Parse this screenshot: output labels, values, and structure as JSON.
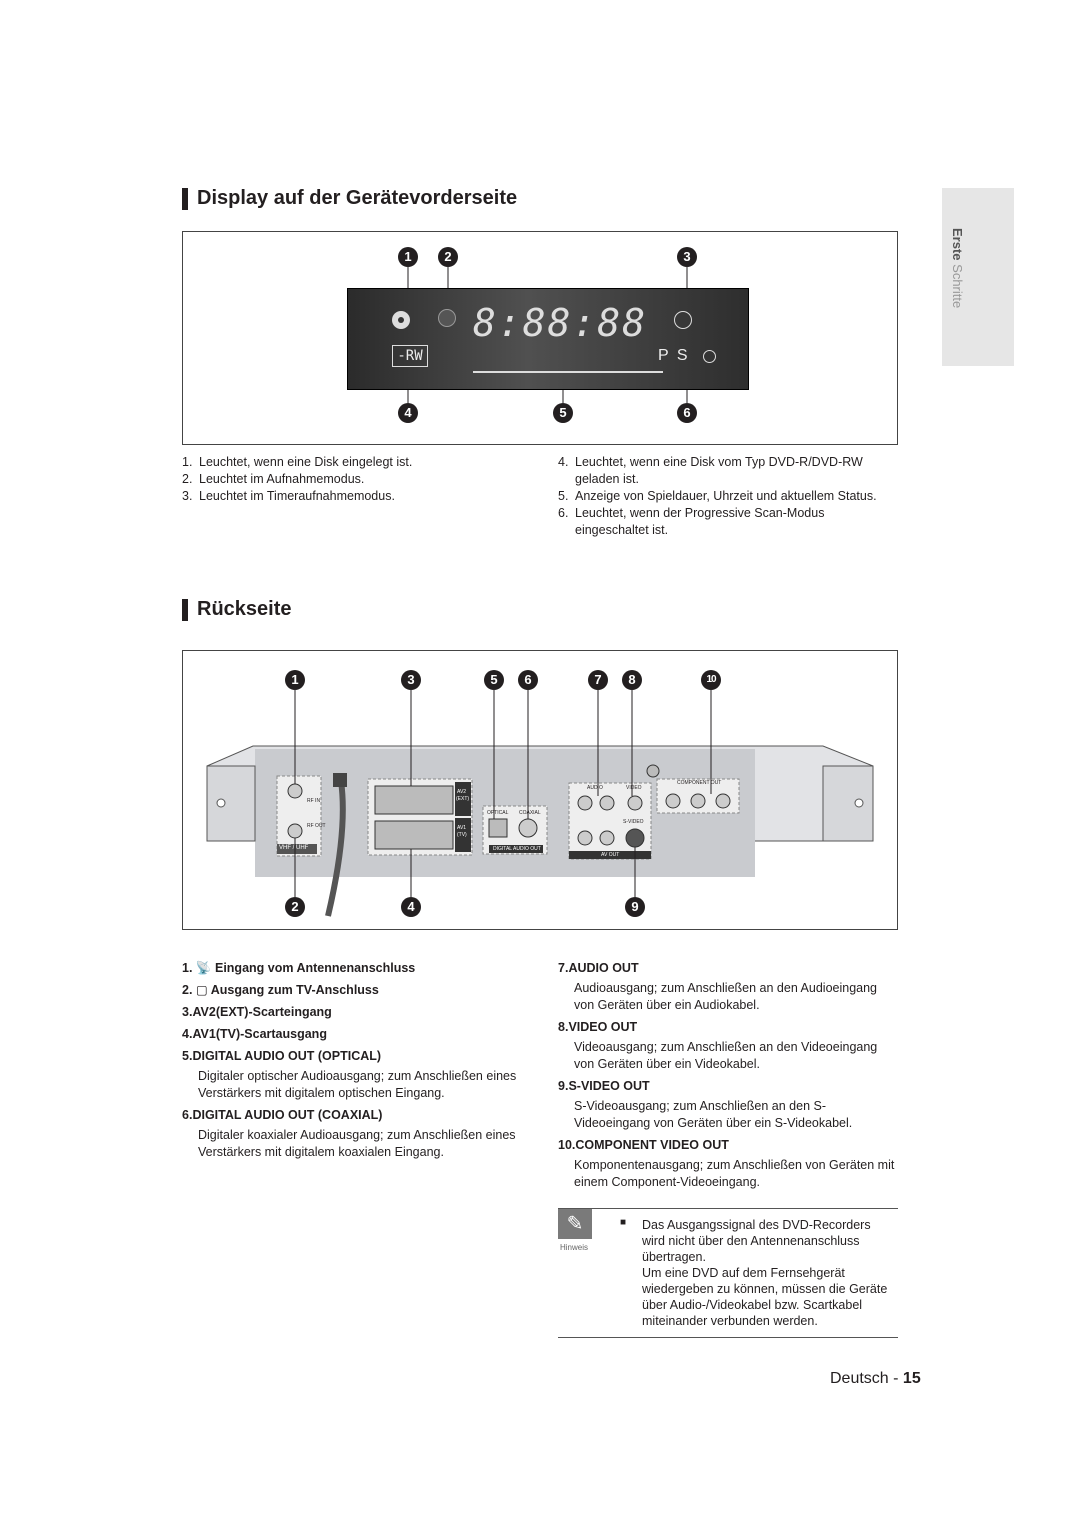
{
  "side_tab": {
    "bold": "Erste",
    "rest": " Schritte"
  },
  "front": {
    "title": "Display auf der Gerätevorderseite",
    "callouts": [
      "1",
      "2",
      "3",
      "4",
      "5",
      "6"
    ],
    "display": {
      "badge": "-RW",
      "digits_top": "8:88:88",
      "pscan": "P S"
    },
    "items_left": [
      {
        "n": "1.",
        "text": "Leuchtet, wenn eine Disk eingelegt ist."
      },
      {
        "n": "2.",
        "text": "Leuchtet im Aufnahmemodus."
      },
      {
        "n": "3.",
        "text": "Leuchtet im Timeraufnahmemodus."
      }
    ],
    "items_right": [
      {
        "n": "4.",
        "text": "Leuchtet, wenn eine Disk vom Typ DVD-R/DVD-RW geladen ist."
      },
      {
        "n": "5.",
        "text": "Anzeige von Spieldauer, Uhrzeit und aktuellem Status."
      },
      {
        "n": "6.",
        "text": "Leuchtet, wenn der Progressive Scan-Modus eingeschaltet ist."
      }
    ]
  },
  "rear": {
    "title": "Rückseite",
    "callouts_top": [
      "1",
      "3",
      "5",
      "6",
      "7",
      "8",
      "10"
    ],
    "callouts_bottom": [
      "2",
      "4",
      "9"
    ],
    "panel_labels": {
      "vhf_uhf": "VHF / UHF",
      "rf_in": "RF IN",
      "rf_out": "RF OUT",
      "av2": "AV2",
      "av2_sub": "(EXT)",
      "av1": "AV1",
      "av1_sub": "(TV)",
      "optical": "OPTICAL",
      "coaxial": "COAXIAL",
      "digital_audio_out": "DIGITAL AUDIO OUT",
      "audio": "AUDIO",
      "video": "VIDEO",
      "s_video": "S-VIDEO",
      "av_out": "AV OUT",
      "component_out": "COMPONENT OUT"
    },
    "left_items": [
      {
        "n": "1.",
        "h": "Eingang vom Antennenanschluss",
        "b": ""
      },
      {
        "n": "2.",
        "h": "Ausgang zum TV-Anschluss",
        "b": ""
      },
      {
        "n": "3.",
        "h": "AV2(EXT)-Scarteingang",
        "b": ""
      },
      {
        "n": "4.",
        "h": "AV1(TV)-Scartausgang",
        "b": ""
      },
      {
        "n": "5.",
        "h": "DIGITAL AUDIO OUT (OPTICAL)",
        "b": "Digitaler optischer Audioausgang; zum Anschließen eines Verstärkers mit digitalem optischen Eingang."
      },
      {
        "n": "6.",
        "h": "DIGITAL AUDIO OUT (COAXIAL)",
        "b": "Digitaler koaxialer Audioausgang; zum Anschließen eines Verstärkers mit digitalem koaxialen Eingang."
      }
    ],
    "right_items": [
      {
        "n": "7.",
        "h": "AUDIO OUT",
        "b": "Audioausgang; zum Anschließen an den Audioeingang von Geräten über ein Audiokabel."
      },
      {
        "n": "8.",
        "h": "VIDEO OUT",
        "b": "Videoausgang; zum Anschließen an den Videoeingang von Geräten über ein Videokabel."
      },
      {
        "n": "9.",
        "h": "S-VIDEO OUT",
        "b": "S-Videoausgang; zum Anschließen an den S-Videoeingang von Geräten über ein S-Videokabel."
      },
      {
        "n": "10.",
        "h": "COMPONENT VIDEO OUT",
        "b": "Komponentenausgang; zum Anschließen von Geräten mit einem Component-Videoeingang."
      }
    ]
  },
  "note": {
    "label": "Hinweis",
    "text1": "Das Ausgangssignal des DVD-Recorders wird nicht über den Antennenanschluss übertragen.",
    "text2": "Um eine DVD auf dem Fernsehgerät wiedergeben zu können, müssen die Geräte über Audio-/Videokabel bzw. Scartkabel miteinander verbunden werden."
  },
  "footer": {
    "lang": "Deutsch - ",
    "page": "15"
  }
}
